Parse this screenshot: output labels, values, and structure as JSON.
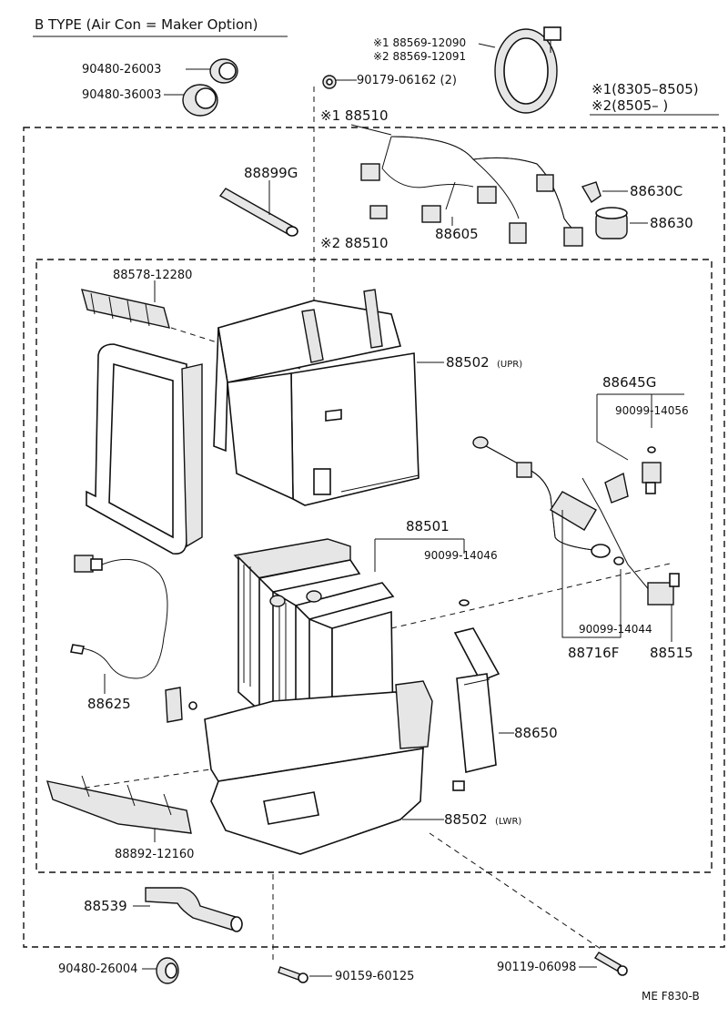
{
  "header": {
    "title": "B  TYPE (Air Con = Maker Option)"
  },
  "legend": {
    "line1": "※1(8305–8505)",
    "line2": "※2(8505–        )"
  },
  "footer": {
    "code": "ME  F830-B"
  },
  "labels": {
    "p90480_26003": "90480-26003",
    "p90480_36003": "90480-36003",
    "p90179_06162": "90179-06162 (2)",
    "p88569_12090": "※1 88569-12090",
    "p88569_12091": "※2 88569-12091",
    "p88510_a": "※1 88510",
    "p88510_b": "※2 88510",
    "p88899G": "88899G",
    "p88605": "88605",
    "p88630C": "88630C",
    "p88630": "88630",
    "p88578_12280": "88578-12280",
    "p88502_upr": "88502",
    "upr_tag": "(UPR)",
    "p88645G": "88645G",
    "p90099_14056": "90099-14056",
    "p88501": "88501",
    "p90099_14046": "90099-14046",
    "p90099_14044": "90099-14044",
    "p88716F": "88716F",
    "p88515": "88515",
    "p88625": "88625",
    "p88650": "88650",
    "p88502_lwr": "88502",
    "lwr_tag": "(LWR)",
    "p88892_12160": "88892-12160",
    "p88539": "88539",
    "p90480_26004": "90480-26004",
    "p90159_60125": "90159-60125",
    "p90119_06098": "90119-06098"
  }
}
